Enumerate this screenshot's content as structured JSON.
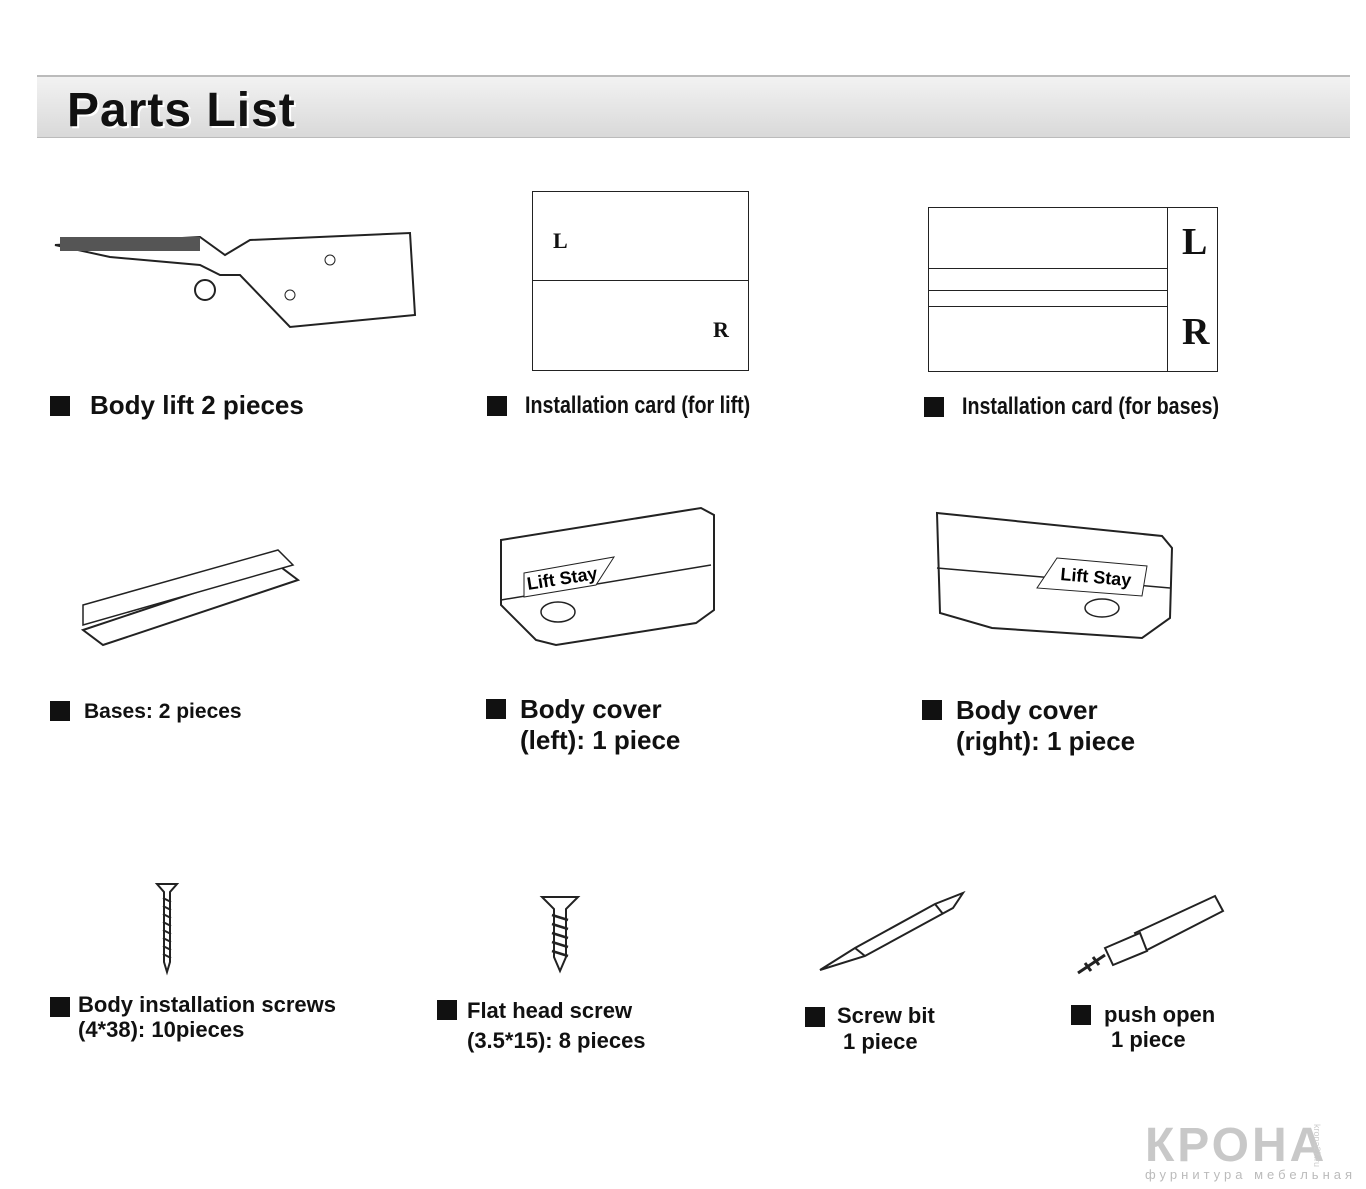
{
  "header": {
    "title": "Parts List"
  },
  "parts": [
    {
      "label": "Body lift 2 pieces"
    },
    {
      "label": "Installation card (for lift)",
      "card_marks": [
        "L",
        "R"
      ]
    },
    {
      "label": "Installation card (for bases)",
      "card_marks": [
        "L",
        "R"
      ]
    },
    {
      "label": "Bases: 2 pieces"
    },
    {
      "line1": "Body cover",
      "line2": "(left): 1 piece",
      "imprint": "Lift Stay"
    },
    {
      "line1": "Body cover",
      "line2": "(right): 1 piece",
      "imprint": "Lift Stay"
    },
    {
      "line1": "Body installation screws",
      "line2": "(4*38): 10pieces"
    },
    {
      "line1": "Flat  head  screw",
      "line2": "(3.5*15): 8 pieces"
    },
    {
      "line1": "Screw bit",
      "line2": "1 piece"
    },
    {
      "line1": "push open",
      "line2": "1 piece"
    }
  ],
  "watermark": {
    "brand": "КРОНА",
    "tagline": "фурнитура мебельная",
    "site": "krona27.ru"
  }
}
